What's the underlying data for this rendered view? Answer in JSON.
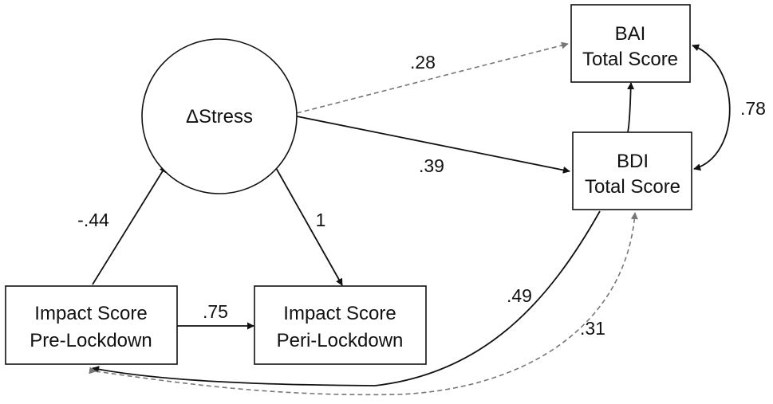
{
  "nodes": {
    "stress": {
      "label": "ΔStress"
    },
    "bai": {
      "line1": "BAI",
      "line2": "Total Score"
    },
    "bdi": {
      "line1": "BDI",
      "line2": "Total Score"
    },
    "impact_pre": {
      "line1": "Impact Score",
      "line2": "Pre-Lockdown"
    },
    "impact_peri": {
      "line1": "Impact Score",
      "line2": "Peri-Lockdown"
    }
  },
  "edges": {
    "stress_to_bai": {
      "label": ".28",
      "style": "dashed"
    },
    "stress_to_bdi": {
      "label": ".39",
      "style": "solid"
    },
    "bdi_to_bai": {
      "label": "",
      "style": "solid"
    },
    "bai_bdi_cov": {
      "label": ".78",
      "style": "solid"
    },
    "pre_to_stress": {
      "label": "-.44",
      "style": "solid"
    },
    "stress_to_peri": {
      "label": "1",
      "style": "solid"
    },
    "pre_to_peri": {
      "label": ".75",
      "style": "solid"
    },
    "bdi_to_pre": {
      "label": ".49",
      "style": "solid"
    },
    "pre_to_bdi": {
      "label": ".31",
      "style": "dashed"
    }
  },
  "colors": {
    "solid": "#111111",
    "dashed": "#777777"
  }
}
